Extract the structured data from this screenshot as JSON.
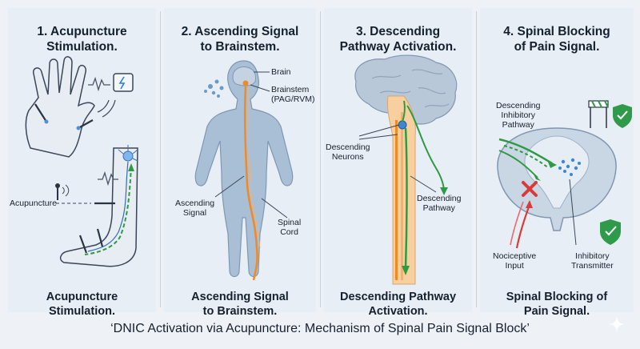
{
  "panels": [
    {
      "title_line1": "1.   Acupuncture",
      "title_line2": "Stimulation.",
      "caption_line1": "Acupuncture",
      "caption_line2": "Stimulation.",
      "labels": {
        "acupuncture": "Acupuncture"
      }
    },
    {
      "title_line1": "2. Ascending Signal",
      "title_line2": "to Brainstem.",
      "caption_line1": "Ascending Signal",
      "caption_line2": "to Brainstem.",
      "labels": {
        "brain": "Brain",
        "brainstem_line1": "Brainstem",
        "brainstem_line2": "(PAG/RVM)",
        "ascending_line1": "Ascending",
        "ascending_line2": "Signal",
        "spinal_line1": "Spinal",
        "spinal_line2": "Cord"
      }
    },
    {
      "title_line1": "3.     Descending",
      "title_line2": "Pathway Activation.",
      "caption_line1": "Descending Pathway",
      "caption_line2": "Activation.",
      "labels": {
        "neurons_line1": "Descending",
        "neurons_line2": "Neurons",
        "pathway_line1": "Descending",
        "pathway_line2": "Pathway"
      }
    },
    {
      "title_line1": "4. Spinal Blocking",
      "title_line2": "of Pain Signal.",
      "caption_line1": "Spinal Blocking of",
      "caption_line2": "Pain Signal.",
      "labels": {
        "inhib_line1": "Descending",
        "inhib_line2": "Inhibitory",
        "inhib_line3": "Pathway",
        "noci_line1": "Nociceptive",
        "noci_line2": "Input",
        "trans_line1": "Inhibitory",
        "trans_line2": "Transmitter"
      }
    }
  ],
  "footer": "‘DNIC Activation via Acupuncture: Mechanism of Spinal Pain Signal Block’",
  "colors": {
    "background": "#eef2f7",
    "body_fill": "#a9bfd6",
    "ascending": "#f08a24",
    "descending": "#2e9a44",
    "block_x": "#d83a3a",
    "check": "#2f9a4a"
  }
}
